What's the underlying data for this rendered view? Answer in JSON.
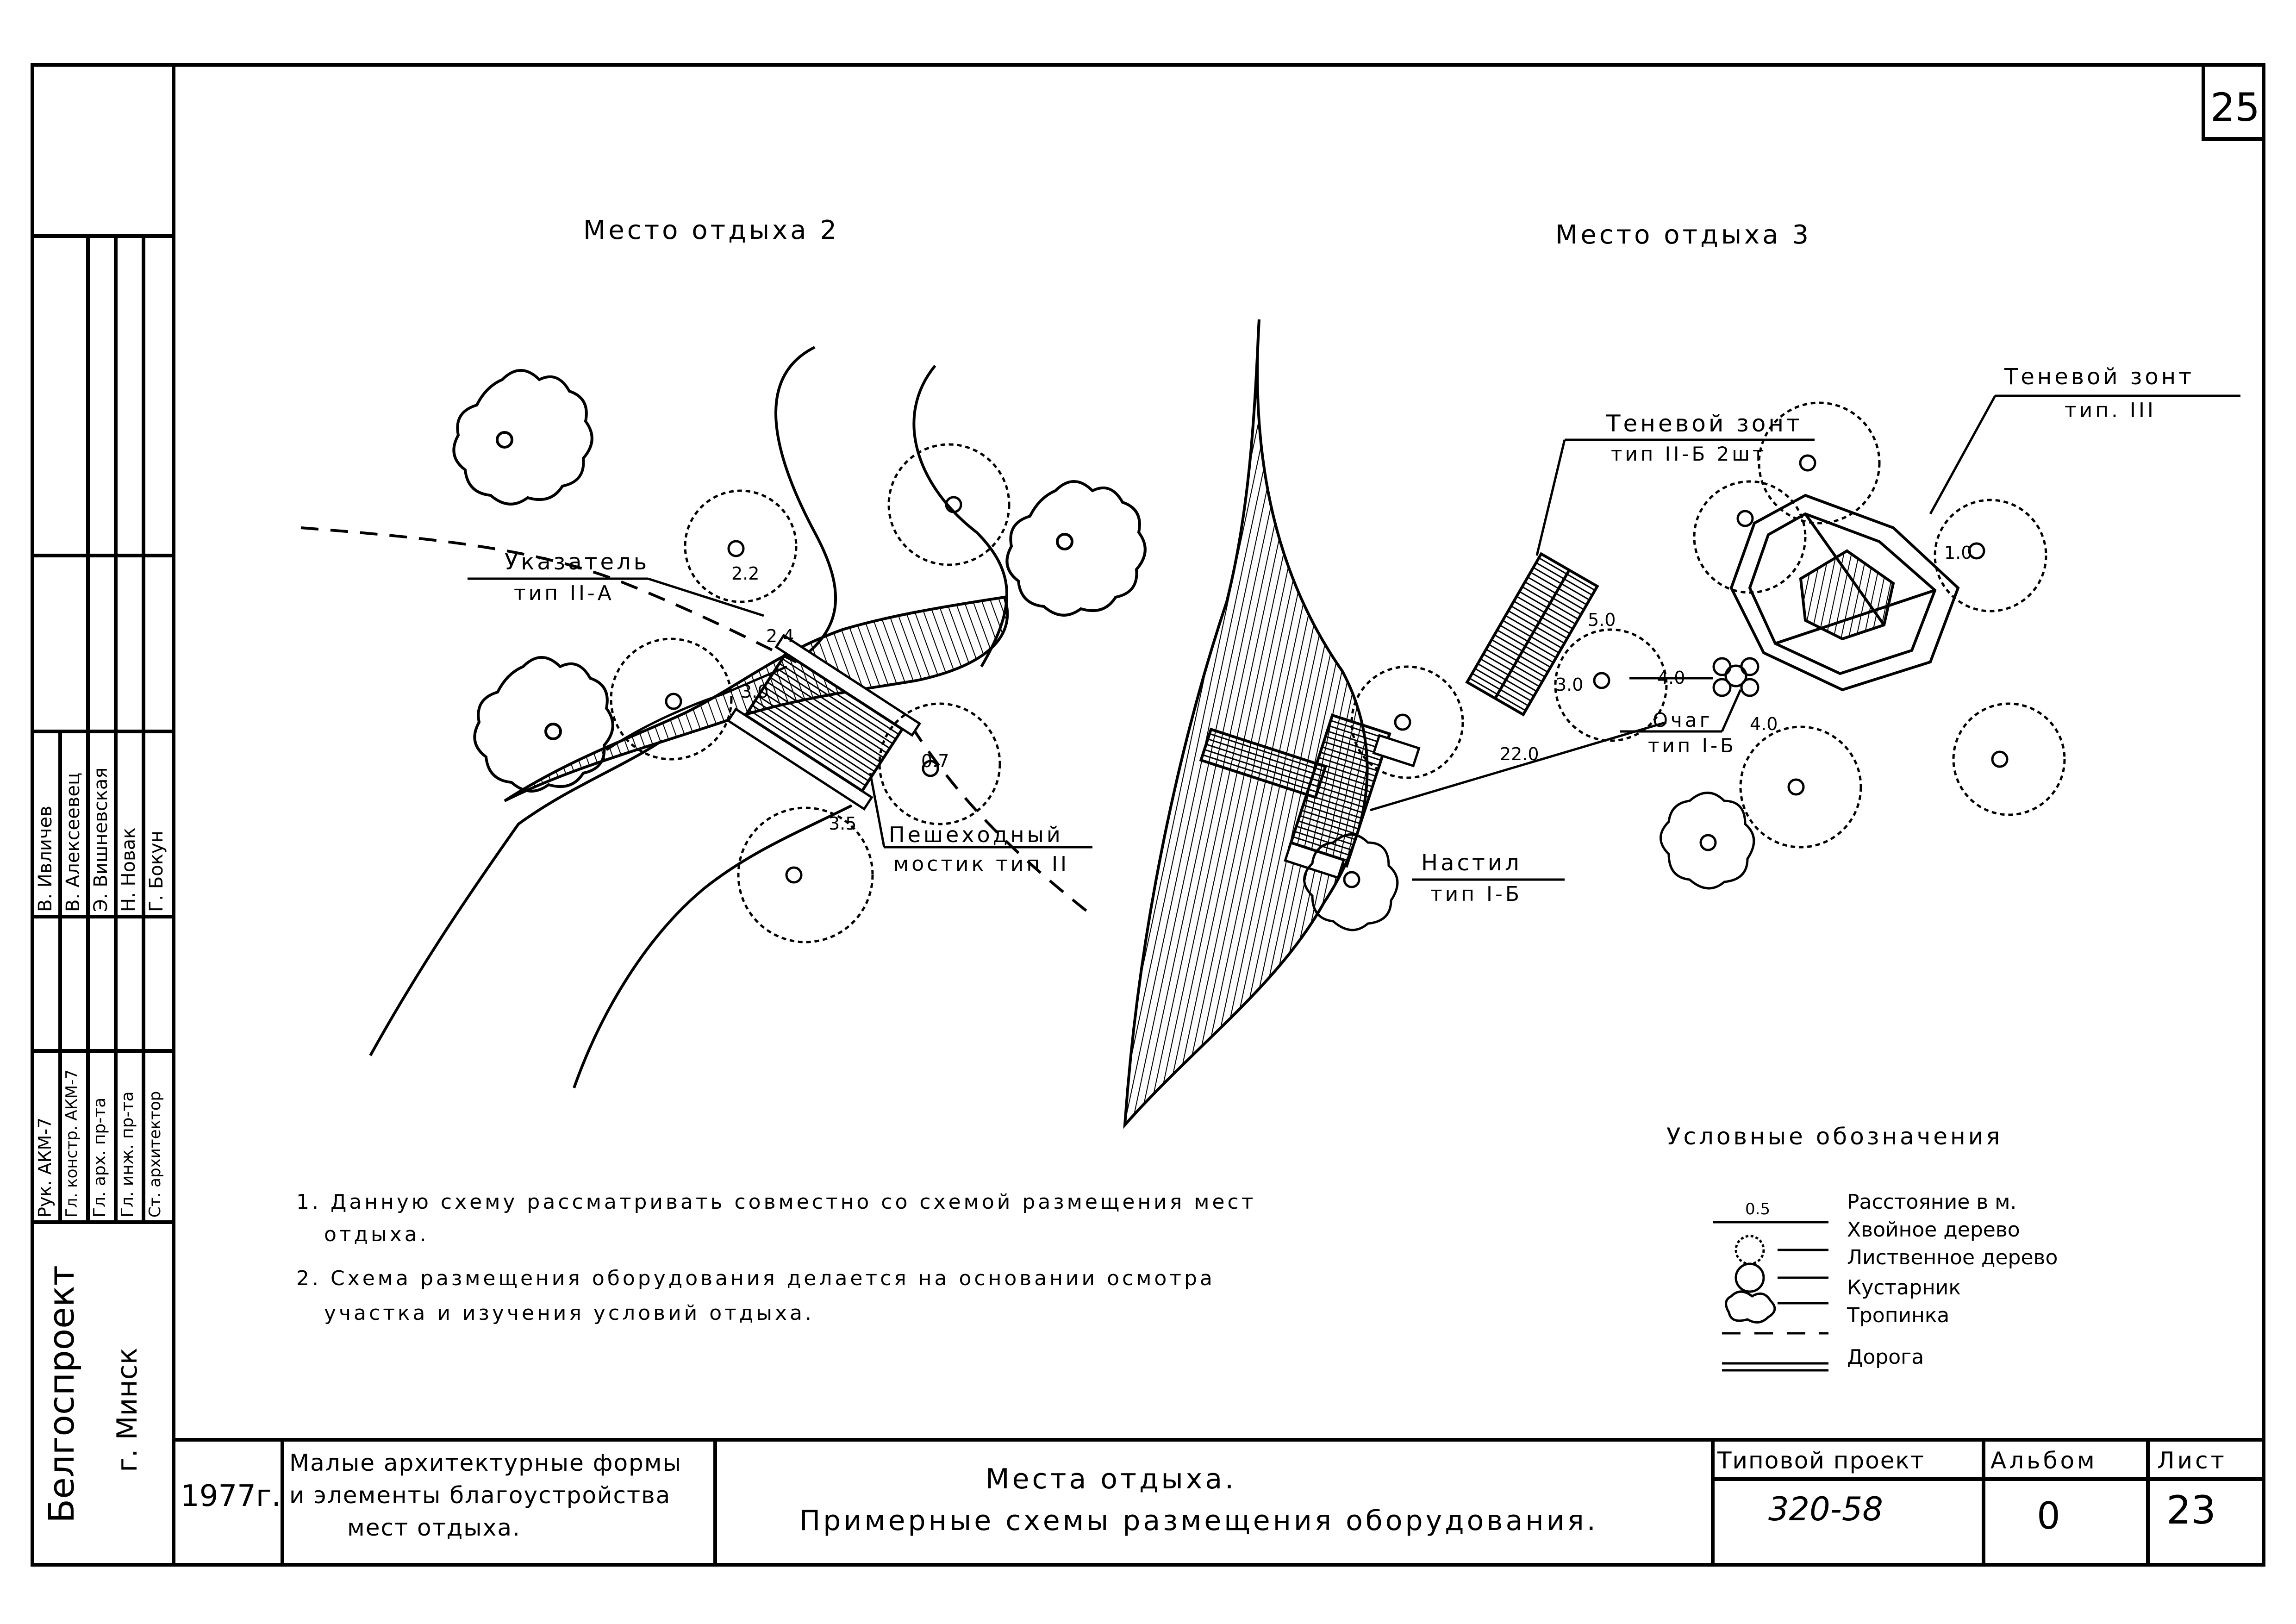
{
  "page_number": "25",
  "scheme2": {
    "title": "Место отдыха 2",
    "pointer_label1": "Указатель",
    "pointer_label2": "тип II-А",
    "bridge_label1": "Пешеходный",
    "bridge_label2": "мостик тип II",
    "dims": [
      "2.2",
      "2.4",
      "3.0",
      "0.7",
      "3.5"
    ]
  },
  "scheme3": {
    "title": "Место отдыха 3",
    "shade1_label1": "Теневой зонт",
    "shade1_label2": "тип II-Б 2шт",
    "shade2_label1": "Теневой зонт",
    "shade2_label2": "тип. III",
    "hearth_label1": "Очаг",
    "hearth_label2": "тип I-Б",
    "deck_label1": "Настил",
    "deck_label2": "тип I-Б",
    "dims": [
      "5.0",
      "3.0",
      "4.0",
      "4.0",
      "22.0",
      "1.0"
    ]
  },
  "notes": {
    "line1": "1. Данную схему рассматривать совместно со схемой размещения мест",
    "line1b": "отдыха.",
    "line2": "2. Схема размещения оборудования делается на основании осмотра",
    "line2b": "участка и изучения условий отдыха."
  },
  "legend": {
    "title": "Условные обозначения",
    "sample_value": "0.5",
    "items": [
      "Расстояние в м.",
      "Хвойное дерево",
      "Лиственное дерево",
      "Кустарник",
      "Тропинка",
      "Дорога"
    ]
  },
  "side_stamp": {
    "org": "Белгоспроект",
    "city": "г. Минск",
    "roles": [
      "Рук. АКМ-7",
      "Гл. констр. АКМ-7",
      "Гл. арх. пр-та",
      "Гл. инж. пр-та",
      "Ст. архитектор"
    ],
    "names": [
      "В. Ивличев",
      "В. Алексеевец",
      "Э. Вишневская",
      "Н. Новак",
      "Г. Бокун"
    ]
  },
  "title_block": {
    "year": "1977г.",
    "album_title1": "Малые архитектурные формы",
    "album_title2": "и элементы благоустройства",
    "album_title3": "мест отдыха.",
    "sheet_title1": "Места отдыха.",
    "sheet_title2": "Примерные схемы размещения оборудования.",
    "project_label": "Типовой проект",
    "project_value": "320-58",
    "album_label": "Альбом",
    "album_value": "0",
    "sheet_label": "Лист",
    "sheet_value": "23"
  }
}
